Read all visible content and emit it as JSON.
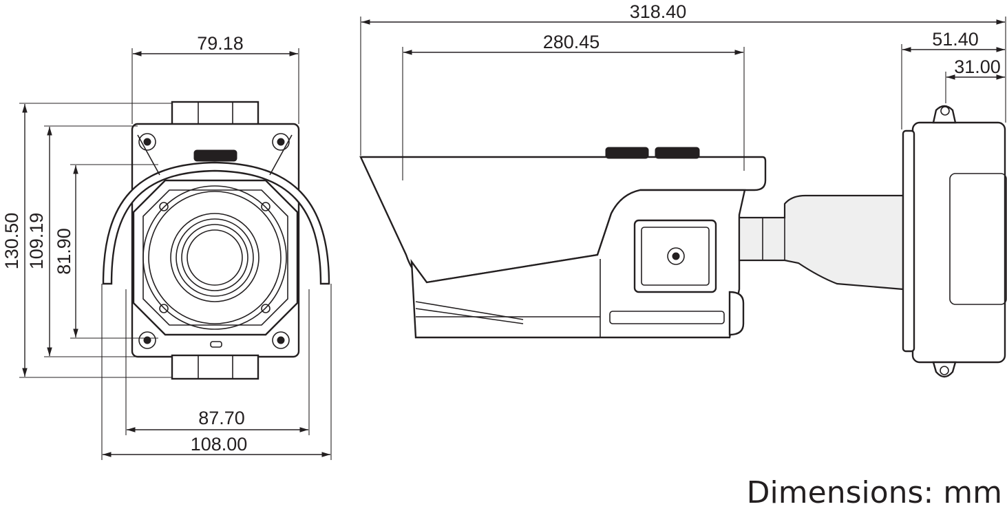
{
  "dimensions": {
    "front_top_width": "79.18",
    "front_total_height": "130.50",
    "front_mid_height": "109.19",
    "front_inner_height": "81.90",
    "front_bottom_width_inner": "87.70",
    "front_bottom_width_outer": "108.00",
    "side_total_length": "318.40",
    "side_hood_length": "280.45",
    "side_mount_depth": "51.40",
    "side_mount_inner_depth": "31.00"
  },
  "units_label": "Dimensions: mm",
  "colors": {
    "line": "#231f20",
    "background": "#ffffff"
  }
}
